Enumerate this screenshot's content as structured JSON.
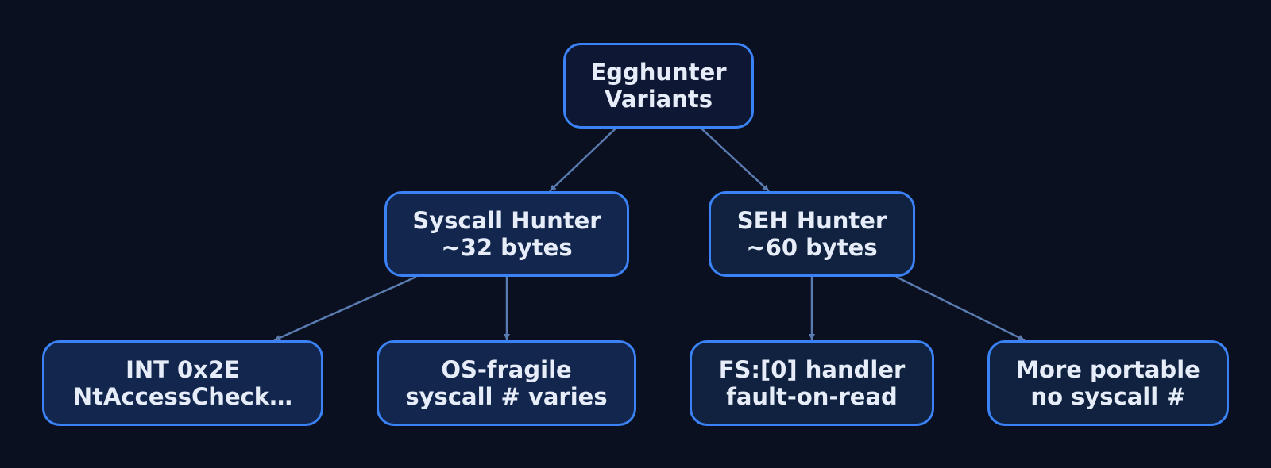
{
  "diagram": {
    "root": {
      "line1": "Egghunter",
      "line2": "Variants"
    },
    "syscall_hunter": {
      "line1": "Syscall Hunter",
      "line2": "~32 bytes"
    },
    "seh_hunter": {
      "line1": "SEH Hunter",
      "line2": "~60 bytes"
    },
    "int_2e": {
      "line1": "INT 0x2E",
      "line2": "NtAccessCheck…"
    },
    "os_fragile": {
      "line1": "OS-fragile",
      "line2": "syscall # varies"
    },
    "fs_handler": {
      "line1": "FS:[0] handler",
      "line2": "fault-on-read"
    },
    "more_portable": {
      "line1": "More portable",
      "line2": "no syscall #"
    }
  },
  "edges": [
    [
      "root",
      "syscall_hunter"
    ],
    [
      "root",
      "seh_hunter"
    ],
    [
      "syscall_hunter",
      "int_2e"
    ],
    [
      "syscall_hunter",
      "os_fragile"
    ],
    [
      "seh_hunter",
      "fs_handler"
    ],
    [
      "seh_hunter",
      "more_portable"
    ]
  ],
  "colors": {
    "background": "#0a1020",
    "node_border": "#3b82f6",
    "edge": "#5a7bb0",
    "text": "#e6edf9"
  }
}
